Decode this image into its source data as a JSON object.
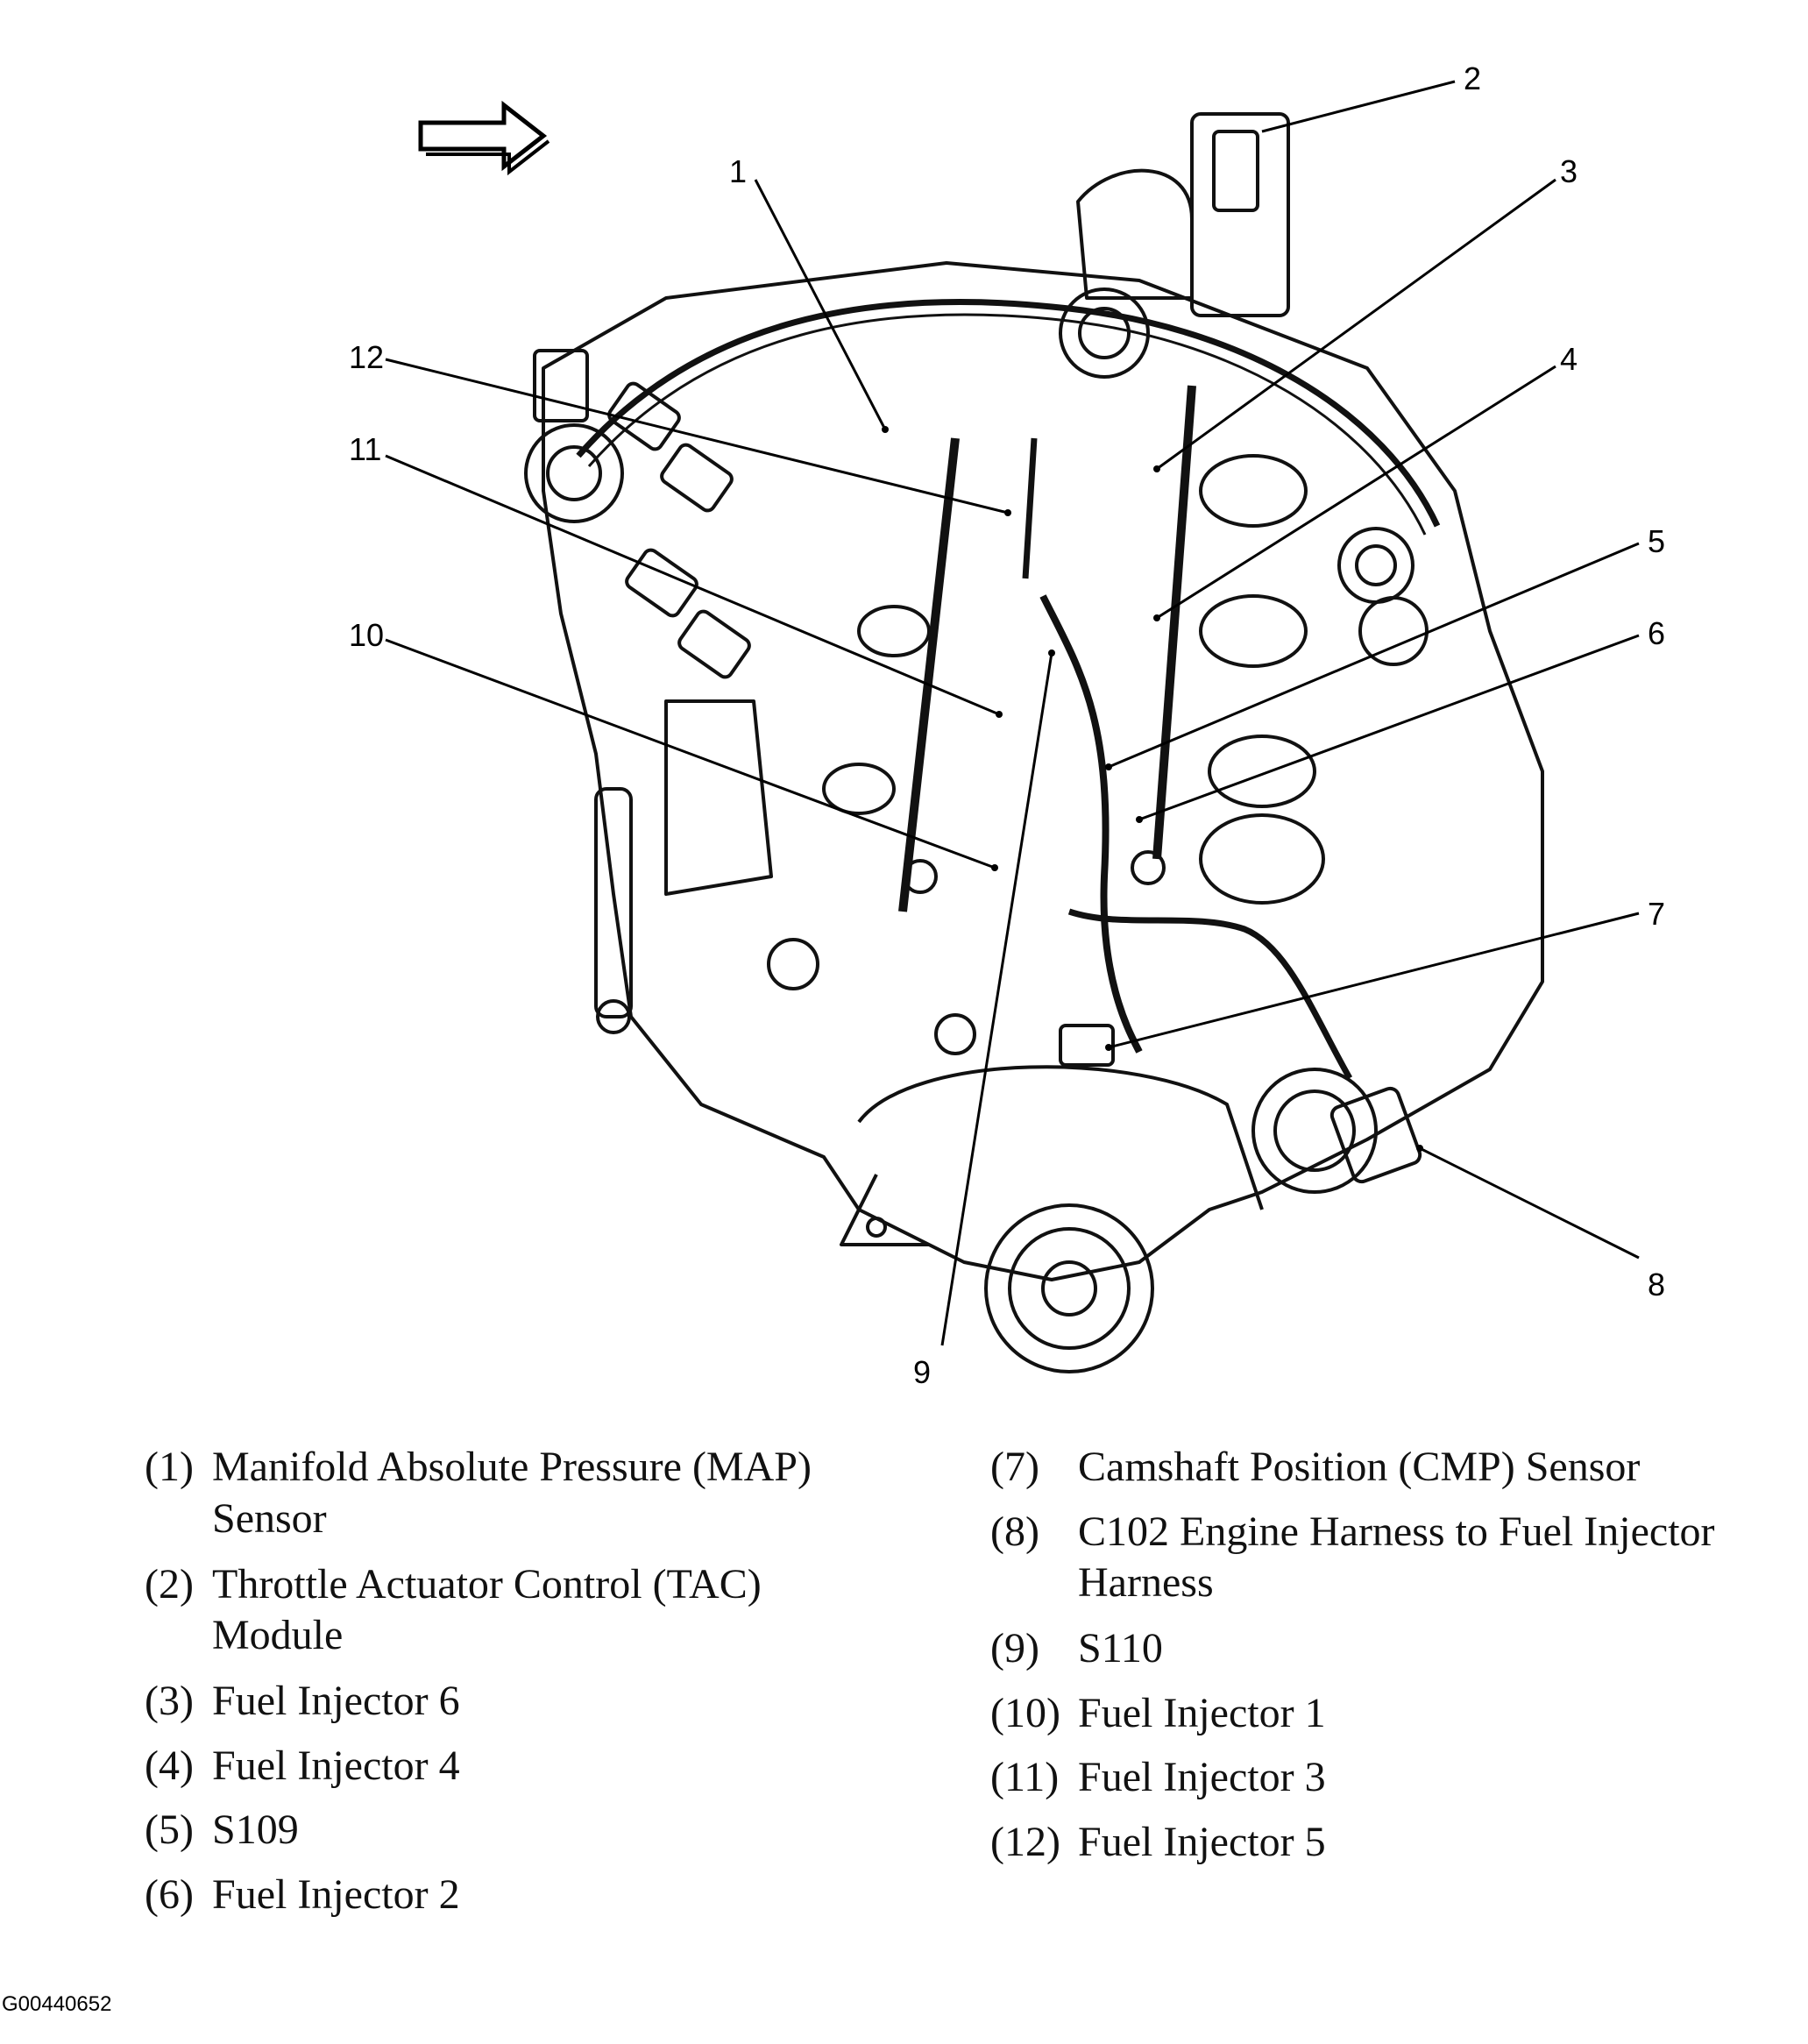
{
  "callouts": [
    "1",
    "2",
    "3",
    "4",
    "5",
    "6",
    "7",
    "8",
    "9",
    "10",
    "11",
    "12"
  ],
  "legend": {
    "left": [
      {
        "num": "(1)",
        "line1": "Manifold Absolute Pressure (MAP)",
        "line2": "Sensor"
      },
      {
        "num": "(2)",
        "line1": "Throttle Actuator Control (TAC)",
        "line2": "Module"
      },
      {
        "num": "(3)",
        "line1": "Fuel Injector 6",
        "line2": ""
      },
      {
        "num": "(4)",
        "line1": "Fuel Injector 4",
        "line2": ""
      },
      {
        "num": "(5)",
        "line1": "S109",
        "line2": ""
      },
      {
        "num": "(6)",
        "line1": "Fuel Injector 2",
        "line2": ""
      }
    ],
    "right": [
      {
        "num": "(7)",
        "line1": "Camshaft Position (CMP) Sensor",
        "line2": ""
      },
      {
        "num": "(8)",
        "line1": "C102 Engine Harness to Fuel Injector",
        "line2": "Harness"
      },
      {
        "num": "(9)",
        "line1": "S110",
        "line2": ""
      },
      {
        "num": "(10)",
        "line1": "Fuel Injector 1",
        "line2": ""
      },
      {
        "num": "(11)",
        "line1": "Fuel Injector 3",
        "line2": ""
      },
      {
        "num": "(12)",
        "line1": "Fuel Injector 5",
        "line2": ""
      }
    ]
  },
  "figure_id": "G00440652"
}
